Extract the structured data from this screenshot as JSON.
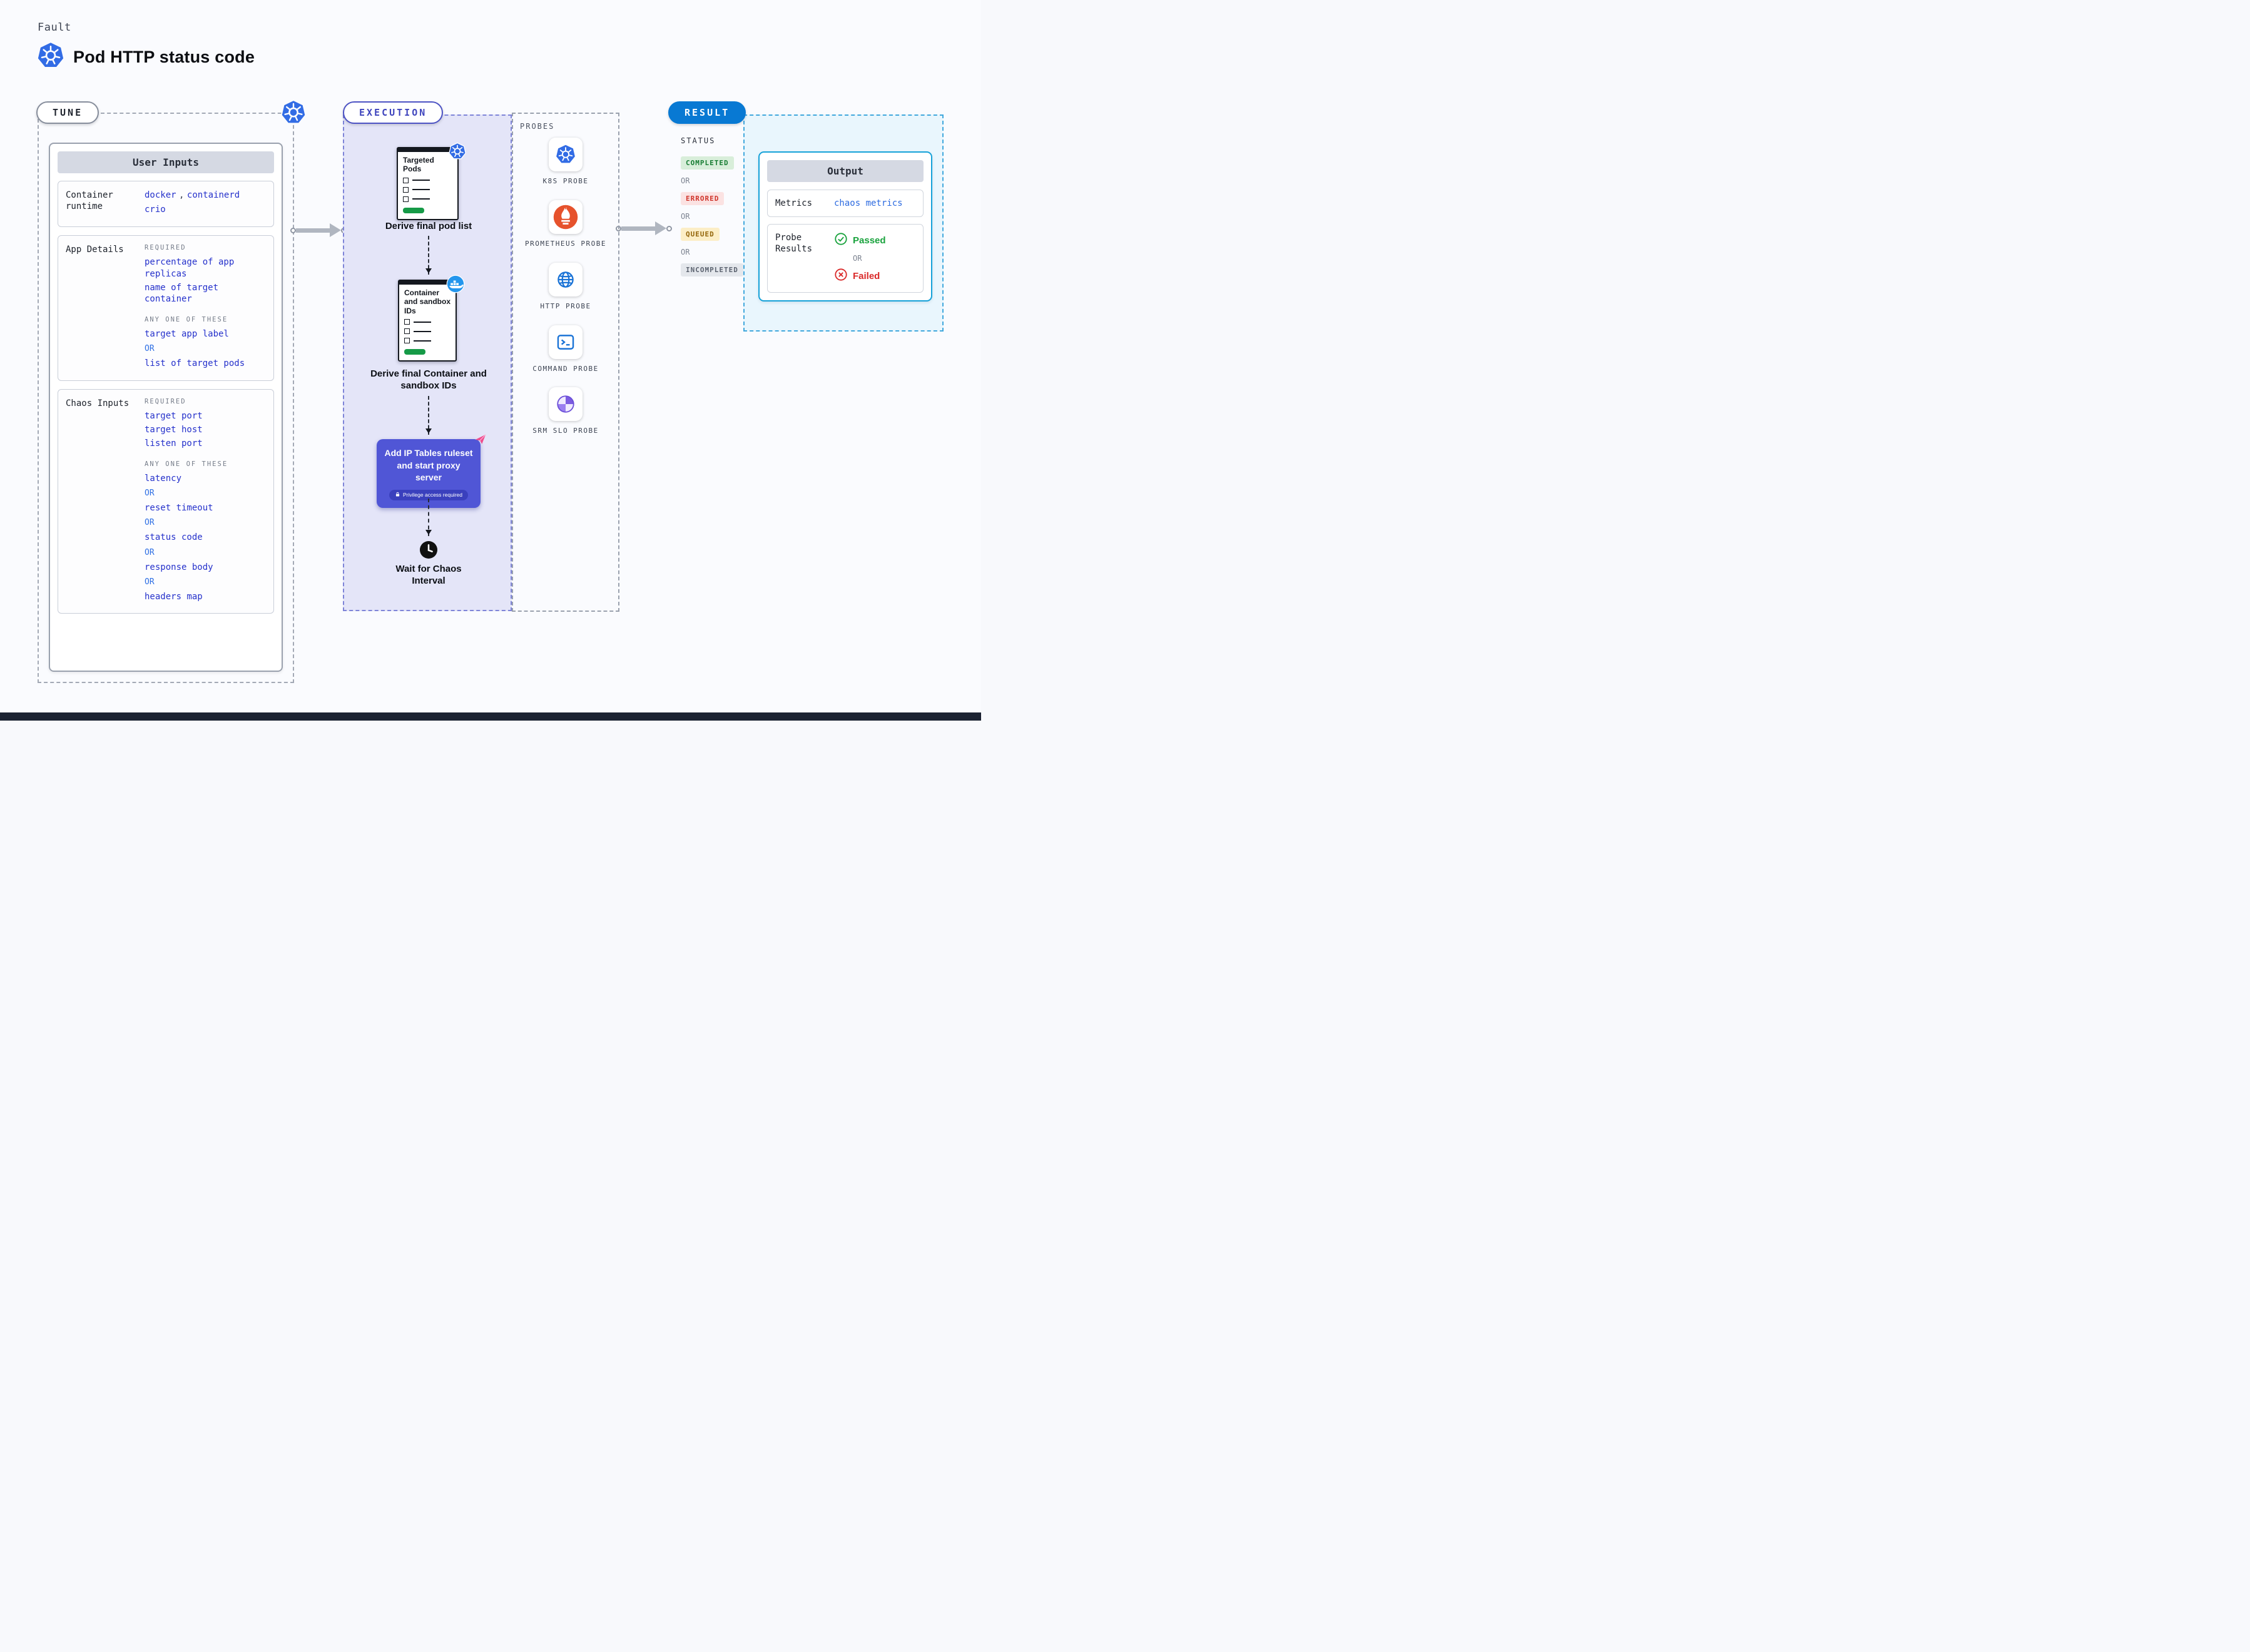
{
  "header": {
    "eyebrow": "Fault",
    "title": "Pod HTTP status code"
  },
  "tune": {
    "pill": "TUNE",
    "card_title": "User Inputs",
    "runtime": {
      "label": "Container runtime",
      "v1": "docker",
      "comma": ",",
      "v2": "containerd",
      "v3": "crio"
    },
    "app": {
      "label": "App Details",
      "required": "REQUIRED",
      "req1": "percentage of app replicas",
      "req2": "name of target container",
      "any": "ANY ONE OF THESE",
      "opt1": "target app label",
      "or": "OR",
      "opt2": "list of target pods"
    },
    "chaos": {
      "label": "Chaos Inputs",
      "required": "REQUIRED",
      "req1": "target port",
      "req2": "target host",
      "req3": "listen port",
      "any": "ANY ONE OF THESE",
      "opt1": "latency",
      "or": "OR",
      "opt2": "reset timeout",
      "opt3": "status code",
      "opt4": "response body",
      "opt5": "headers map"
    }
  },
  "execution": {
    "pill": "EXECUTION",
    "step1": {
      "doc_title": "Targeted Pods",
      "caption": "Derive final pod list"
    },
    "step2": {
      "doc_title": "Container and sandbox IDs",
      "caption": "Derive final Container and sandbox IDs"
    },
    "step3": {
      "text": "Add IP Tables ruleset and start proxy server",
      "note": "Privilege access required"
    },
    "step4": {
      "caption": "Wait for Chaos Interval"
    }
  },
  "probes": {
    "label": "PROBES",
    "p1": "K8S PROBE",
    "p2": "PROMETHEUS PROBE",
    "p3": "HTTP PROBE",
    "p4": "COMMAND PROBE",
    "p5": "SRM SLO PROBE"
  },
  "result": {
    "pill": "RESULT",
    "status_label": "STATUS",
    "s1": "COMPLETED",
    "s2": "ERRORED",
    "s3": "QUEUED",
    "s4": "INCOMPLETED",
    "or": "OR",
    "output": {
      "title": "Output",
      "metrics_label": "Metrics",
      "metrics_value": "chaos metrics",
      "probe_label": "Probe Results",
      "passed": "Passed",
      "or": "OR",
      "failed": "Failed"
    }
  },
  "colors": {
    "kubernetes_blue": "#326ce5",
    "prometheus_orange": "#e6522c",
    "execution_fill": "#e4e5f8",
    "indigo_accent": "#5056d6",
    "result_blue": "#0879d3",
    "output_border": "#16a2d9",
    "link_indigo": "#2531cb",
    "or_blue": "#2e6fe4",
    "completed_green": "#177d33",
    "errored_red": "#cf352c",
    "queued_amber": "#93650a",
    "incompleted_gray": "#5c6370",
    "passed_green": "#18a23c",
    "failed_red": "#da2a2a",
    "doc_progress_green": "#169a47"
  }
}
